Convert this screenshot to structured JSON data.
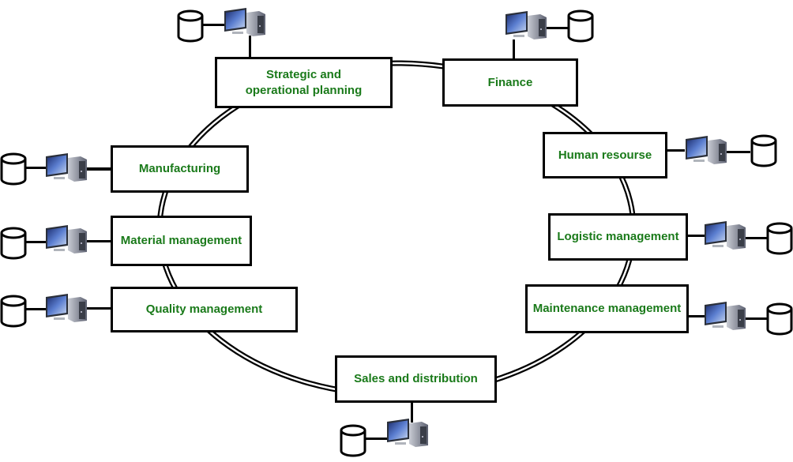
{
  "diagram": {
    "title": "ERP modules connected in a ring",
    "text_color": "#1a7a1a",
    "modules": [
      {
        "id": "strategic",
        "label": "Strategic and\noperational planning"
      },
      {
        "id": "finance",
        "label": "Finance"
      },
      {
        "id": "hr",
        "label": "Human resourse"
      },
      {
        "id": "logistic",
        "label": "Logistic management"
      },
      {
        "id": "maintenance",
        "label": "Maintenance management"
      },
      {
        "id": "sales",
        "label": "Sales and distribution"
      },
      {
        "id": "quality",
        "label": "Quality management"
      },
      {
        "id": "material",
        "label": "Material management"
      },
      {
        "id": "manufacturing",
        "label": "Manufacturing"
      }
    ],
    "node_icons": [
      "computer-icon",
      "database-icon"
    ]
  }
}
